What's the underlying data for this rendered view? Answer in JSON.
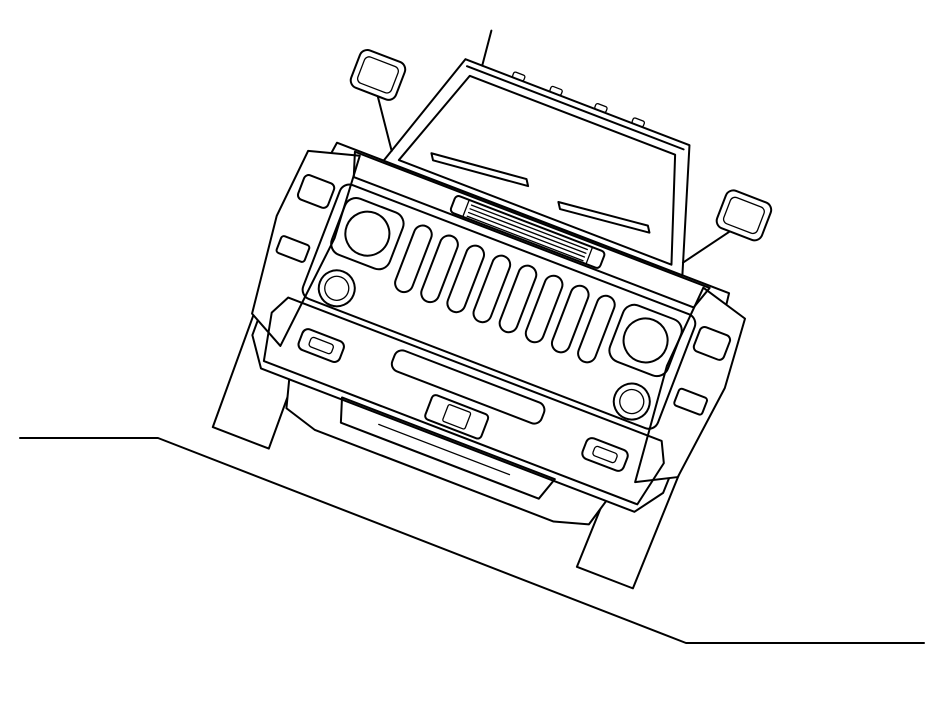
{
  "figure": {
    "subject": "vehicle-front-view-on-slope",
    "style": "black line drawing on white background",
    "colors": {
      "line": "#000000",
      "background": "#ffffff"
    },
    "parts": [
      "ground-line",
      "windshield",
      "side-mirror-left",
      "side-mirror-right",
      "headlight-left",
      "headlight-right",
      "grille-slots",
      "hood-vent",
      "fog-lamp-left",
      "fog-lamp-right",
      "bumper",
      "tire-left",
      "tire-right"
    ]
  }
}
